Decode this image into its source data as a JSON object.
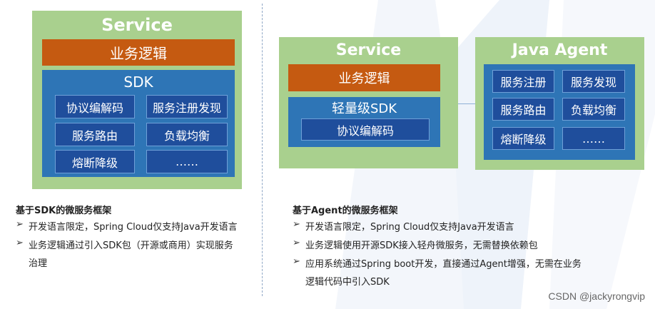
{
  "left": {
    "service_title": "Service",
    "business_logic": "业务逻辑",
    "sdk_title": "SDK",
    "modules": [
      "协议编解码",
      "服务注册发现",
      "服务路由",
      "负载均衡",
      "熔断降级",
      "……"
    ],
    "caption_title": "基于SDK的微服务框架",
    "bullets": [
      "开发语言限定，Spring Cloud仅支持Java开发语言",
      "业务逻辑通过引入SDK包（开源或商用）实现服务",
      "治理"
    ]
  },
  "middle": {
    "service_title": "Service",
    "business_logic": "业务逻辑",
    "sdk_title": "轻量级SDK",
    "module": "协议编解码"
  },
  "right": {
    "agent_title": "Java Agent",
    "modules": [
      "服务注册",
      "服务发现",
      "服务路由",
      "负载均衡",
      "熔断降级",
      "……"
    ]
  },
  "right_caption": {
    "caption_title": "基于Agent的微服务框架",
    "bullets": [
      "开发语言限定，Spring Cloud仅支持Java开发语言",
      "业务逻辑使用开源SDK接入轻舟微服务，无需替换依赖包",
      "应用系统通过Spring boot开发，直接通过Agent增强，无需在业务",
      "逻辑代码中引入SDK"
    ]
  },
  "watermark": "CSDN @jackyrongvip",
  "colors": {
    "green": "#a9d08e",
    "orange": "#c55a11",
    "blue": "#2e75b6",
    "navy": "#1f4e9c"
  }
}
